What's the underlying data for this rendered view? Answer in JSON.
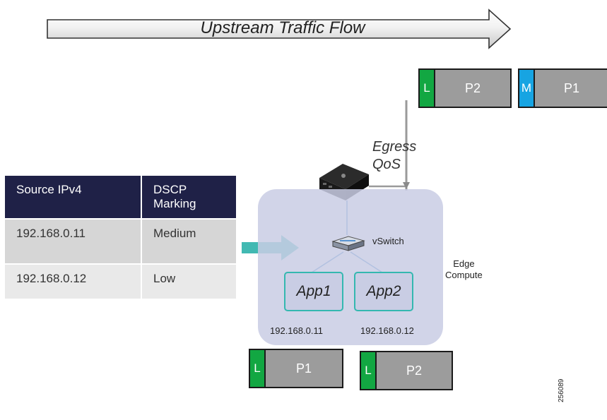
{
  "flow_banner": {
    "label": "Upstream Traffic Flow"
  },
  "dscp_table": {
    "headers": [
      "Source IPv4",
      "DSCP Marking"
    ],
    "rows": [
      [
        "192.168.0.11",
        "Medium"
      ],
      [
        "192.168.0.12",
        "Low"
      ]
    ]
  },
  "egress": {
    "line1": "Egress",
    "line2": "QoS"
  },
  "edge": {
    "label_line1": "Edge",
    "label_line2": "Compute",
    "vswitch_label": "vSwitch",
    "apps": [
      {
        "name": "App1",
        "ip": "192.168.0.11"
      },
      {
        "name": "App2",
        "ip": "192.168.0.12"
      }
    ]
  },
  "packets_out": [
    {
      "marker": "L",
      "marker_color": "#12a742",
      "payload": "P2"
    },
    {
      "marker": "M",
      "marker_color": "#17a4e2",
      "payload": "P1"
    }
  ],
  "packets_in": [
    {
      "marker": "L",
      "marker_color": "#12a742",
      "payload": "P1"
    },
    {
      "marker": "L",
      "marker_color": "#12a742",
      "payload": "P2"
    }
  ],
  "figure_number": "256089",
  "colors": {
    "table_header": "#1f2147",
    "edge_box": "#c9cde4",
    "app_border": "#34b8b0",
    "arrow_teal": "#41b9b2",
    "low_marker": "#12a742",
    "medium_marker": "#17a4e2"
  }
}
